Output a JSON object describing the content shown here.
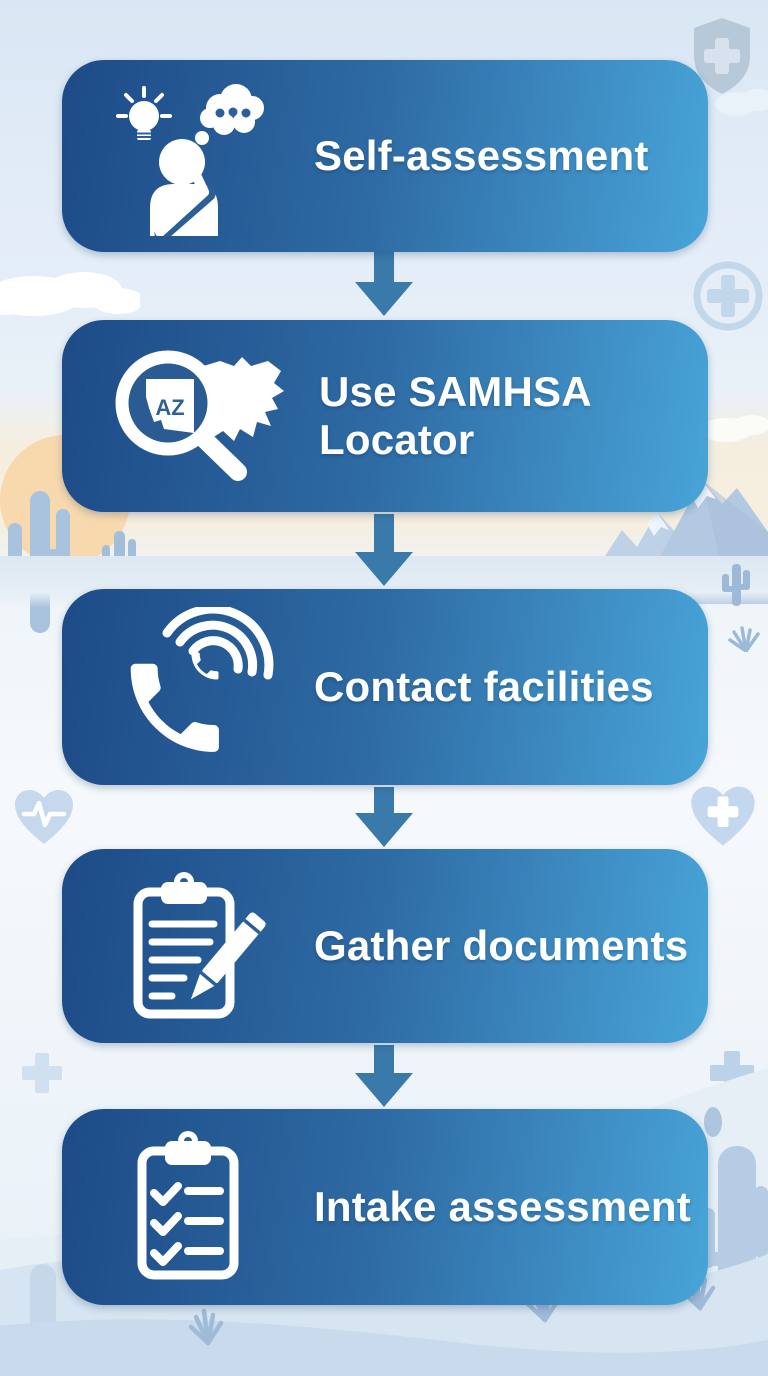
{
  "infographic": {
    "steps": [
      {
        "label": "Self-assessment",
        "icon": "thinking-person-icon"
      },
      {
        "label": "Use SAMHSA Locator",
        "icon": "az-state-magnifier-map-icon",
        "state_abbr": "AZ"
      },
      {
        "label": "Contact facilities",
        "icon": "phone-call-waves-icon"
      },
      {
        "label": "Gather documents",
        "icon": "clipboard-pencil-icon"
      },
      {
        "label": "Intake assessment",
        "icon": "clipboard-checklist-icon"
      }
    ],
    "connector": "down-arrow-icon"
  },
  "colors": {
    "box_gradient_start": "#1d4b87",
    "box_gradient_end": "#48a4d8",
    "arrow": "#3a7aab",
    "label_text": "#ffffff",
    "background_sky": "#d9e7f4",
    "background_cream": "#f6eede",
    "sun": "#f8d9ae",
    "decoration_blue": "#c5d9ec"
  },
  "background": {
    "decorations": [
      "shield-cross-icon",
      "circle-plus-icon",
      "cloud",
      "sun",
      "saguaro-cactus",
      "snowy-mountains",
      "heart-pulse-icon",
      "heart-cross-icon",
      "plus-icon",
      "desert-dunes",
      "desert-grass-tuft"
    ]
  }
}
